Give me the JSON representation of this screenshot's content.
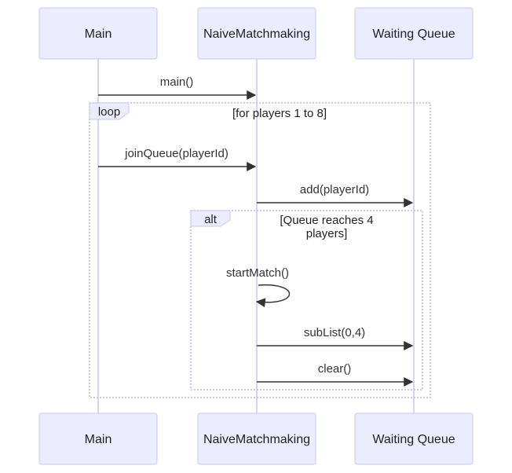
{
  "participants": [
    {
      "label": "Main"
    },
    {
      "label": "NaiveMatchmaking"
    },
    {
      "label": "Waiting Queue"
    }
  ],
  "frames": {
    "loop": {
      "label": "loop",
      "condition": "[for players 1 to 8]"
    },
    "alt": {
      "label": "alt",
      "condition_line1": "[Queue reaches 4",
      "condition_line2": "players]"
    }
  },
  "messages": [
    {
      "label": "main()",
      "from": "Main",
      "to": "NaiveMatchmaking"
    },
    {
      "label": "joinQueue(playerId)",
      "from": "Main",
      "to": "NaiveMatchmaking"
    },
    {
      "label": "add(playerId)",
      "from": "NaiveMatchmaking",
      "to": "Waiting Queue"
    },
    {
      "label": "startMatch()",
      "from": "NaiveMatchmaking",
      "to": "NaiveMatchmaking"
    },
    {
      "label": "subList(0,4)",
      "from": "NaiveMatchmaking",
      "to": "Waiting Queue"
    },
    {
      "label": "clear()",
      "from": "NaiveMatchmaking",
      "to": "Waiting Queue"
    }
  ],
  "colors": {
    "actor_fill": "#ececff",
    "actor_border": "#c8c8f0",
    "frame_border": "#b9b9e6",
    "line": "#333333"
  }
}
